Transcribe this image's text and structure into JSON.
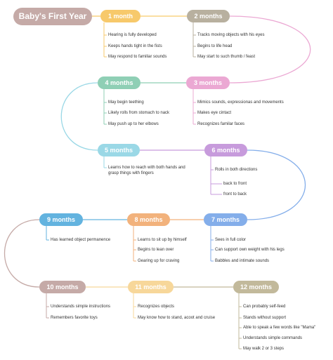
{
  "title": "Baby's First Year",
  "colors": {
    "m1": "#f7c96b",
    "m2": "#b8b09f",
    "m3": "#eba8d3",
    "m4": "#8fcfb5",
    "m5": "#9ad8e6",
    "m6": "#c79bdc",
    "m7": "#84aeea",
    "m8": "#f2b27c",
    "m9": "#63b3df",
    "m10": "#c5aaa7",
    "m11": "#f7d79a",
    "m12": "#c2b99b"
  },
  "stages": [
    {
      "id": "m1",
      "label": "1 month",
      "items": [
        "Hearing is fully developed",
        "Keeps hands tight in the fists",
        "May respond to familiar sounds"
      ]
    },
    {
      "id": "m2",
      "label": "2 months",
      "items": [
        "Tracks moving objects with his eyes",
        "Begins to life head",
        "May start to such thumb / feast"
      ]
    },
    {
      "id": "m3",
      "label": "3 months",
      "items": [
        "Mimics sounds, expressionas and movements",
        "Makes eye cintact",
        "Recognizes familar faces"
      ]
    },
    {
      "id": "m4",
      "label": "4 months",
      "items": [
        "May begin teething",
        "Likely rolls from stomach to nack",
        "May push up to her elbows"
      ]
    },
    {
      "id": "m5",
      "label": "5 months",
      "items": [
        "Learns how to reach with both hands and grasp things with fingers"
      ]
    },
    {
      "id": "m6",
      "label": "6 months",
      "items": [
        "Rolls in both directions",
        "back to front",
        "front to back"
      ]
    },
    {
      "id": "m7",
      "label": "7 months",
      "items": [
        "Sees in full color",
        "Can support own weight with his legs",
        "Babbles and intimate sounds"
      ]
    },
    {
      "id": "m8",
      "label": "8 months",
      "items": [
        "Learns to sit up by himself",
        "Begins to lean over",
        "Gearing up for craving"
      ]
    },
    {
      "id": "m9",
      "label": "9 months",
      "items": [
        "Has learned object permanence"
      ]
    },
    {
      "id": "m10",
      "label": "10 months",
      "items": [
        "Understands simple instructions",
        "Remembers favorite toys"
      ]
    },
    {
      "id": "m11",
      "label": "11 months",
      "items": [
        "Recognizes objects",
        "May know how to stand, acoot and cruise"
      ]
    },
    {
      "id": "m12",
      "label": "12 months",
      "items": [
        "Can probably self-feed",
        "Stands without support",
        "Able to speak a few words like \"Mama\"",
        "Understands simple commands",
        "May walk 2 or 3 steps"
      ]
    }
  ]
}
